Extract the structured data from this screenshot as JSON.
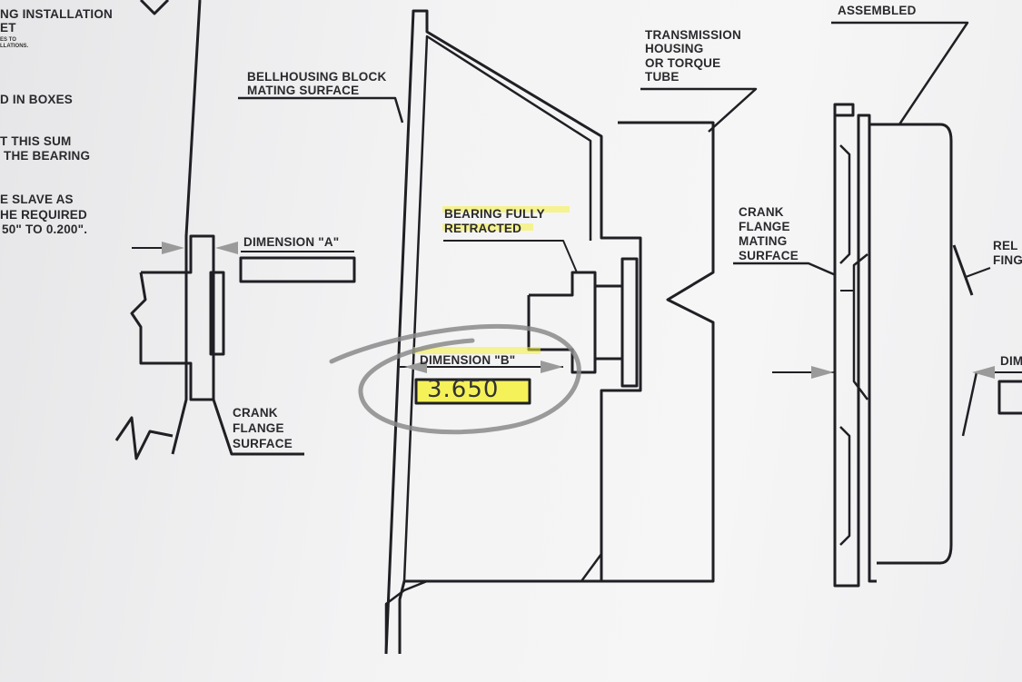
{
  "instructions": {
    "line1": "NG INSTALLATION",
    "line2": "ET",
    "small1": "ES TO",
    "small2": "LLATIONS.",
    "line3": "D IN BOXES",
    "line4": "T THIS SUM",
    "line5": "THE BEARING",
    "line6": "E SLAVE AS",
    "line7": "HE REQUIRED",
    "line8": "50\" TO 0.200\"."
  },
  "labels": {
    "bellhousing": [
      "BELLHOUSING BLOCK",
      "MATING SURFACE"
    ],
    "transmission": [
      "TRANSMISSION",
      "HOUSING",
      "OR TORQUE",
      "TUBE"
    ],
    "clutch": "ASSEMBLED",
    "dimension_a": "DIMENSION \"A\"",
    "crank_flange_surface": [
      "CRANK",
      "FLANGE",
      "SURFACE"
    ],
    "bearing": [
      "BEARING FULLY",
      "RETRACTED"
    ],
    "dimension_b": "DIMENSION \"B\"",
    "dimension_b_value": "3.650",
    "crank_flange_mating": [
      "CRANK",
      "FLANGE",
      "MATING",
      "SURFACE"
    ],
    "release_fingers": [
      "REL",
      "FING"
    ],
    "dimension_c": "DIM"
  },
  "colors": {
    "ink": "#1f1f24",
    "highlight": "#f5f03c",
    "circle": "#8a8a8a"
  }
}
